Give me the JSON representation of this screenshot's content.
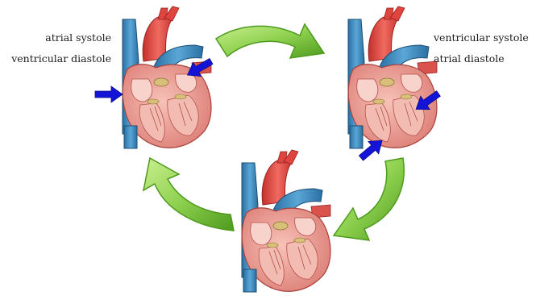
{
  "labels": {
    "top_left_line1": "atrial systole",
    "top_left_line2": "ventricular diastole",
    "top_right_line1": "ventricular systole",
    "top_right_line2": "atrial diastole"
  },
  "colors": {
    "cycle_arrow_fill": "#8fd14f",
    "cycle_arrow_edge": "#4d9a1e",
    "flow_arrow": "#1414d8",
    "muscle": "#e8968f",
    "muscle_dark": "#b84f4a",
    "aorta_red": "#e0443f",
    "vein_blue": "#3f8fc4",
    "vein_blue_dark": "#245f8f",
    "valve": "#d9c07a",
    "chamber": "#f6c9c0"
  },
  "icons": {
    "heart": "heart-cross-section-icon",
    "cycle_arrow": "curved-arrow-icon",
    "flow_arrow": "blood-flow-arrow-icon"
  }
}
